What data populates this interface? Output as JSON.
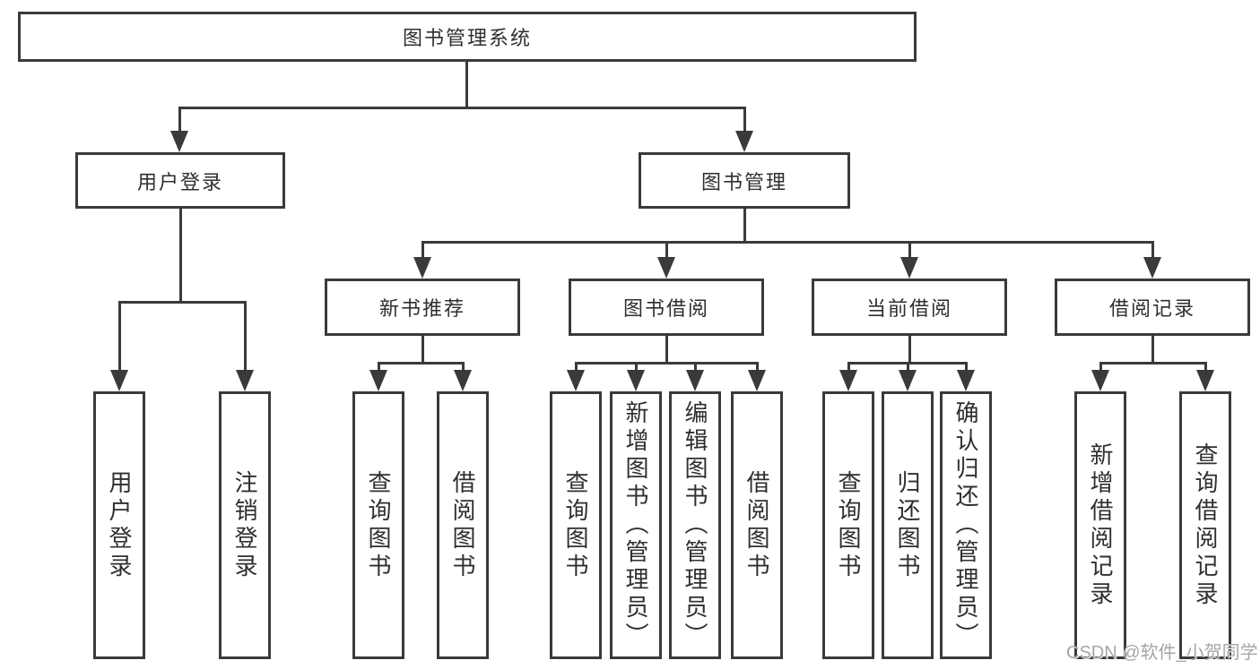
{
  "tree": {
    "label": "图书管理系统",
    "children": [
      {
        "label": "用户登录",
        "children": [
          {
            "label": "用户登录"
          },
          {
            "label": "注销登录"
          }
        ]
      },
      {
        "label": "图书管理",
        "children": [
          {
            "label": "新书推荐",
            "children": [
              {
                "label": "查询图书"
              },
              {
                "label": "借阅图书"
              }
            ]
          },
          {
            "label": "图书借阅",
            "children": [
              {
                "label": "查询图书"
              },
              {
                "label": "新增图书（管理员）"
              },
              {
                "label": "编辑图书（管理员）"
              },
              {
                "label": "借阅图书"
              }
            ]
          },
          {
            "label": "当前借阅",
            "children": [
              {
                "label": "查询图书"
              },
              {
                "label": "归还图书"
              },
              {
                "label": "确认归还（管理员）"
              }
            ]
          },
          {
            "label": "借阅记录",
            "children": [
              {
                "label": "新增借阅记录"
              },
              {
                "label": "查询借阅记录"
              }
            ]
          }
        ]
      }
    ]
  },
  "watermark": "CSDN @软件_小贺同学",
  "colors": {
    "line": "#3a3a3a",
    "text": "#2f2f2f",
    "background": "#ffffff",
    "watermark": "#a6a6a6"
  }
}
